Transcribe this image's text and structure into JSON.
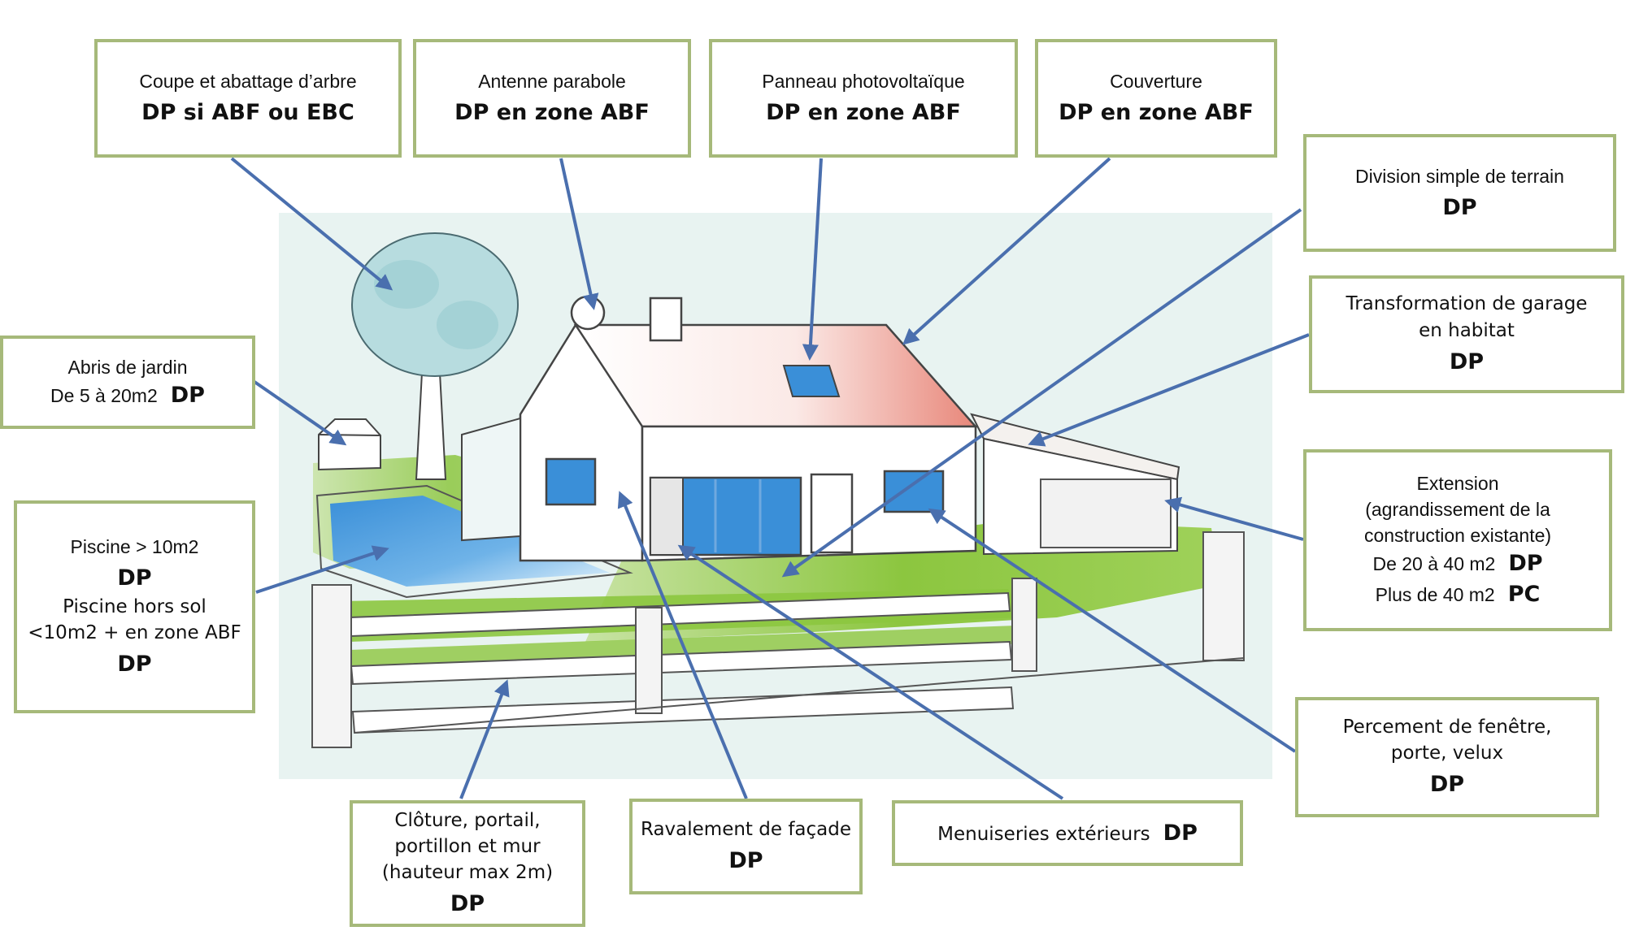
{
  "labels": {
    "arbre": {
      "text": "Coupe et abattage d’arbre",
      "rule": "DP si ABF ou EBC"
    },
    "antenne": {
      "text": "Antenne parabole",
      "rule": "DP en zone ABF"
    },
    "panneau": {
      "text": "Panneau photovoltaïque",
      "rule": "DP en zone ABF"
    },
    "couverture": {
      "text": "Couverture",
      "rule": "DP en zone ABF"
    },
    "division": {
      "text": "Division simple de terrain",
      "rule": "DP"
    },
    "garage": {
      "line1": "Transformation de garage",
      "line2": "en habitat",
      "rule": "DP"
    },
    "abris": {
      "text": "Abris de jardin",
      "size": "De 5 à 20m2",
      "rule": "DP"
    },
    "piscine": {
      "text": "Piscine > 10m2",
      "rule": "DP",
      "text2": "Piscine hors sol",
      "text3": "<10m2 + en zone ABF",
      "rule2": "DP"
    },
    "extension": {
      "line1": "Extension",
      "line2": "(agrandissement de la",
      "line3": "construction existante)",
      "row1": "De 20 à 40 m2",
      "rule1": "DP",
      "row2": "Plus de 40 m2",
      "rule2": "PC"
    },
    "percement": {
      "line1": "Percement de fenêtre,",
      "line2": "porte, velux",
      "rule": "DP"
    },
    "cloture": {
      "line1": "Clôture, portail,",
      "line2": "portillon et mur",
      "line3": "(hauteur max 2m)",
      "rule": "DP"
    },
    "ravalement": {
      "text": "Ravalement de façade",
      "rule": "DP"
    },
    "menuiseries": {
      "text": "Menuiseries extérieurs",
      "rule": "DP"
    }
  },
  "colors": {
    "box_border": "#a6b97a",
    "arrow": "#4a6fae",
    "lawn": "#8cc63f",
    "roof_tint": "#e8877a",
    "water": "#3a8fd8",
    "sky": "#e8f3f1"
  }
}
